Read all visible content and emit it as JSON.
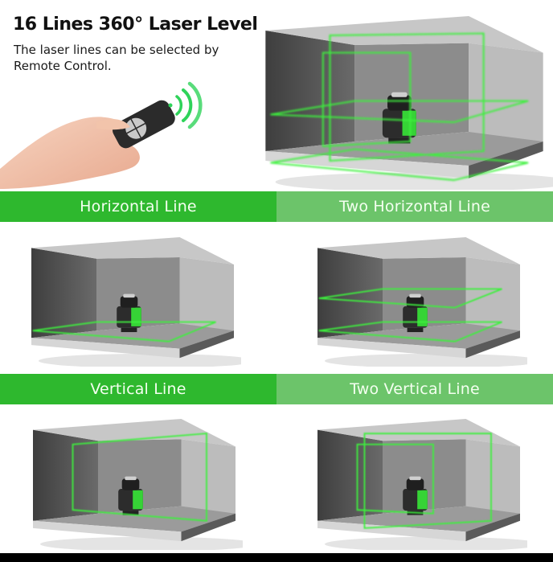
{
  "header": {
    "title": "16 Lines 360° Laser Level",
    "subtitle": "The laser lines can be selected by Remote Control."
  },
  "colors": {
    "band_dark": "#2eb82e",
    "band_light": "#6cc46a",
    "laser_green": "#3cf03c",
    "room_dark": "#4a4a4a",
    "room_mid": "#8a8a8a"
  },
  "hero": {
    "remote_icon": "remote-control-icon",
    "signal_icon": "wireless-signal-icon",
    "scene": "room-all-lines"
  },
  "modes": [
    {
      "label": "Horizontal Line",
      "scene": "room-one-horizontal"
    },
    {
      "label": "Two Horizontal Line",
      "scene": "room-two-horizontal"
    },
    {
      "label": "Vertical Line",
      "scene": "room-one-vertical"
    },
    {
      "label": "Two Vertical Line",
      "scene": "room-two-vertical"
    }
  ]
}
